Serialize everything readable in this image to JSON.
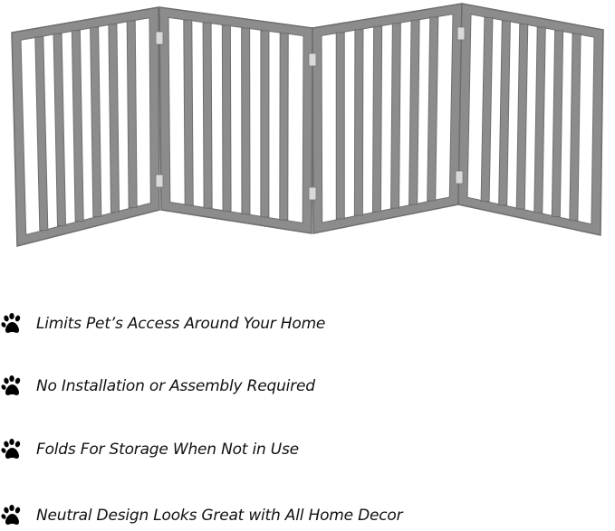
{
  "product": {
    "image": "folding-pet-gate",
    "panel_count": 4,
    "gate_color": "#8c8c8c",
    "gate_edge_color": "#6e6e6e",
    "hinge_color": "#d9d9d9"
  },
  "features": [
    {
      "icon": "paw-print-icon",
      "text": "Limits Pet’s Access Around Your Home"
    },
    {
      "icon": "paw-print-icon",
      "text": "No Installation or Assembly Required"
    },
    {
      "icon": "paw-print-icon",
      "text": "Folds For Storage When Not in Use"
    },
    {
      "icon": "paw-print-icon",
      "text": "Neutral Design Looks Great with All Home Decor"
    }
  ]
}
